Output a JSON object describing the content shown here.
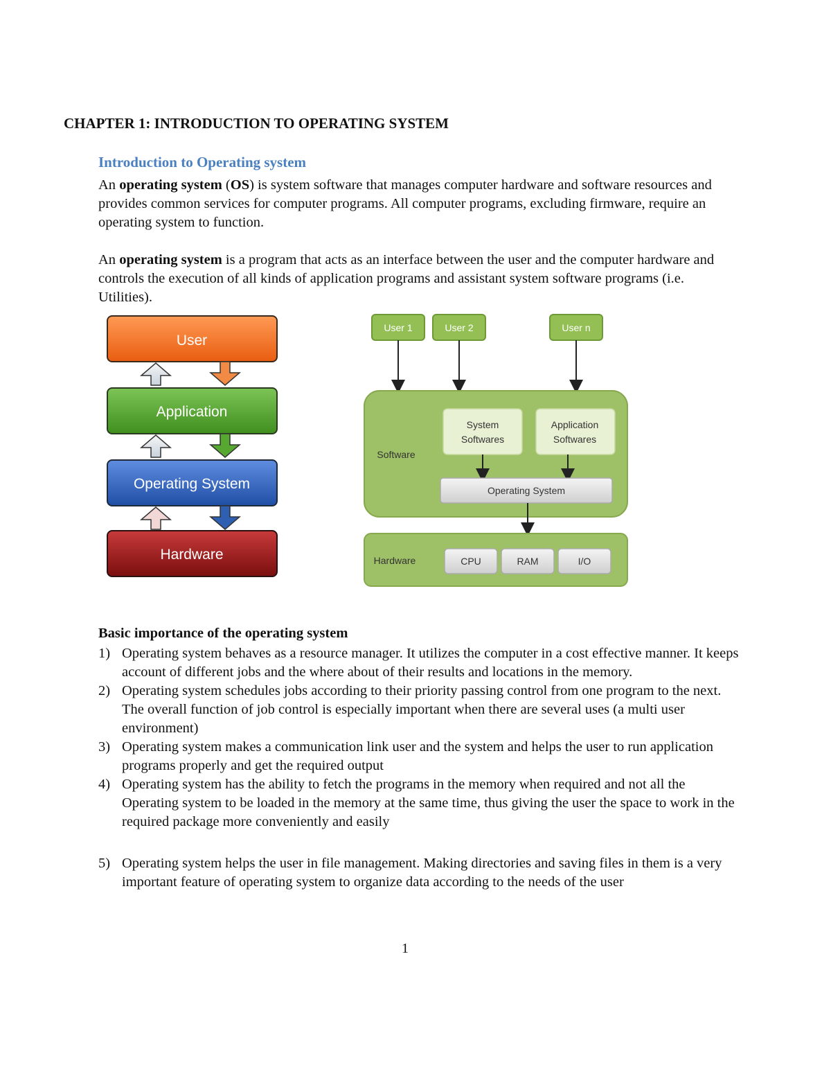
{
  "chapter_title": "CHAPTER 1: INTRODUCTION TO OPERATING SYSTEM",
  "section_heading": "Introduction to Operating system",
  "paragraph1": {
    "p1": "An ",
    "b1": "operating system",
    "p2": " (",
    "b2": "OS",
    "p3": ") is system software that manages computer hardware and software resources and provides common services for computer programs. All computer programs, excluding firmware, require an operating system to function."
  },
  "paragraph2": {
    "p1": "An ",
    "b1": "operating system",
    "p2": " is a program that acts as an interface between the user and the computer hardware and controls the execution of all kinds of application programs and assistant system software programs (i.e. Utilities)."
  },
  "layer_diagram": {
    "layers": [
      "User",
      "Application",
      "Operating System",
      "Hardware"
    ],
    "colors": [
      "#f2701e",
      "#4e9e2a",
      "#2e5fb0",
      "#9a1717"
    ]
  },
  "system_diagram": {
    "users": [
      "User 1",
      "User 2",
      "User n"
    ],
    "software_label": "Software",
    "system_softwares": [
      "System",
      "Softwares"
    ],
    "application_softwares": [
      "Application",
      "Softwares"
    ],
    "operating_system": "Operating System",
    "hardware_label": "Hardware",
    "hardware_parts": [
      "CPU",
      "RAM",
      "I/O"
    ]
  },
  "importance_heading": "Basic importance of the operating system",
  "importance_items": [
    {
      "num": "1)",
      "text": "Operating system behaves as a resource manager. It utilizes the computer in a cost effective manner. It keeps account of different jobs and the where about of their results and locations in the memory."
    },
    {
      "num": "2)",
      "text": "Operating system schedules jobs according to their priority passing control from one program to the next. The overall function of job control is especially important when there are several uses (a multi user environment)"
    },
    {
      "num": "3)",
      "text": "Operating system makes a communication link user and the system and helps the user to run application programs properly and get the required output"
    },
    {
      "num": "4)",
      "text": "Operating system has the ability to fetch the programs in the memory when required and not all the Operating system to be loaded in the memory at the same time, thus giving the user the space to work in the required package more conveniently and easily"
    },
    {
      "num": "5)",
      "text": "Operating system helps the user in file management. Making directories and saving files in them is a very important feature of operating system to organize data according to the needs of the user"
    }
  ],
  "page_number": "1"
}
